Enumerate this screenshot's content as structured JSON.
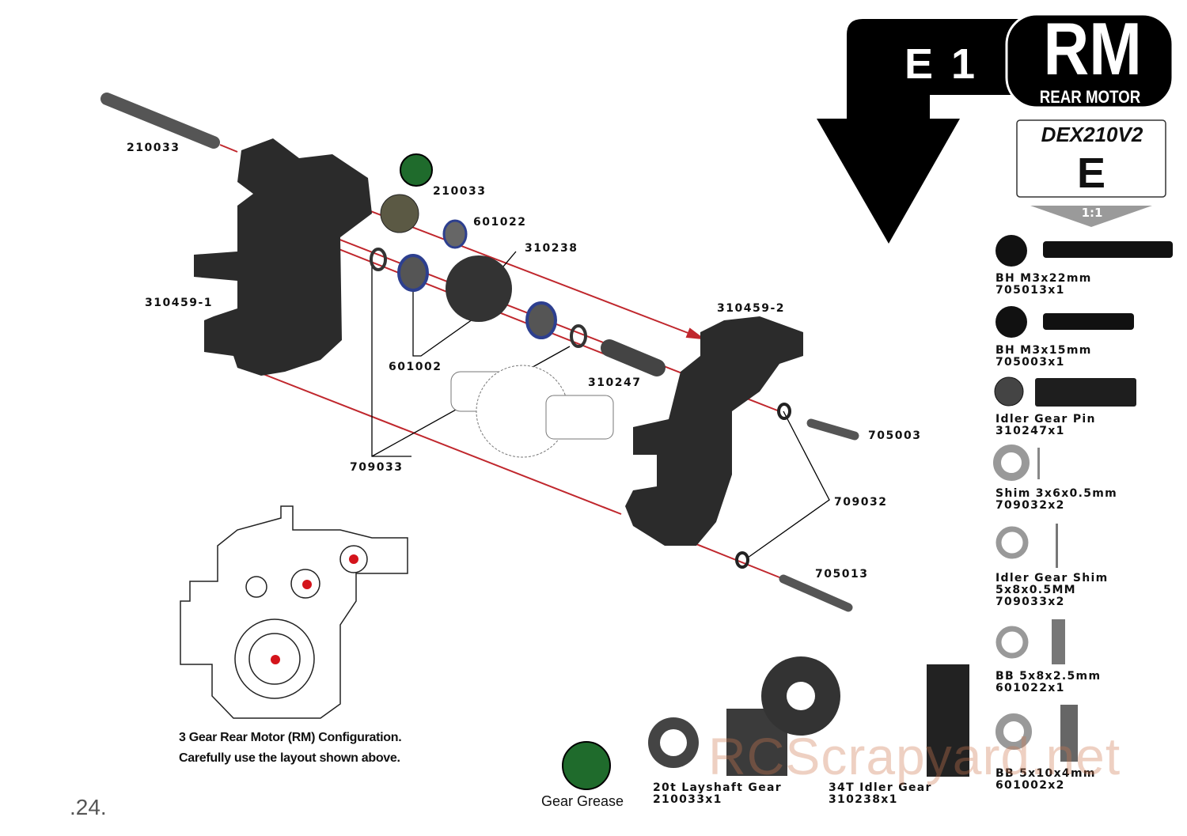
{
  "header": {
    "step": "E 1",
    "config_code": "RM",
    "config_name": "REAR MOTOR",
    "model_logo": "DEX210V2",
    "section": "E",
    "scale": "1:1"
  },
  "callouts": [
    {
      "id": "layshaft-pin",
      "label": "210033"
    },
    {
      "id": "layshaft-gear",
      "label": "210033"
    },
    {
      "id": "bearing-small",
      "label": "601022"
    },
    {
      "id": "idler-gear",
      "label": "310238"
    },
    {
      "id": "gearbox-left",
      "label": "310459-1"
    },
    {
      "id": "gearbox-right",
      "label": "310459-2"
    },
    {
      "id": "bearing-large",
      "label": "601002"
    },
    {
      "id": "idler-pin",
      "label": "310247"
    },
    {
      "id": "screw-short",
      "label": "705003"
    },
    {
      "id": "idler-shim",
      "label": "709033"
    },
    {
      "id": "shim",
      "label": "709032"
    },
    {
      "id": "screw-long",
      "label": "705013"
    }
  ],
  "parts": [
    {
      "name": "BH M3x22mm",
      "code": "705013x1"
    },
    {
      "name": "BH M3x15mm",
      "code": "705003x1"
    },
    {
      "name": "Idler Gear Pin",
      "code": "310247x1"
    },
    {
      "name": "Shim 3x6x0.5mm",
      "code": "709032x2"
    },
    {
      "name": "Idler Gear Shim",
      "spec": "5x8x0.5MM",
      "code": "709033x2"
    },
    {
      "name": "BB 5x8x2.5mm",
      "code": "601022x1"
    },
    {
      "name": "BB 5x10x4mm",
      "code": "601002x2"
    },
    {
      "name": "20t Layshaft Gear",
      "code": "210033x1"
    },
    {
      "name": "34T Idler Gear",
      "code": "310238x1"
    }
  ],
  "grease": {
    "label": "Gear Grease",
    "color": "#1f6b2c"
  },
  "caption": {
    "line1": "3 Gear  Rear Motor (RM) Configuration.",
    "line2": "Carefully use the layout shown above."
  },
  "page_number": ".24.",
  "watermark": "RCScrapyard.net",
  "colors": {
    "guide_line": "#c0272d",
    "part_dark": "#2b2b2b",
    "bearing_blue": "#2d3f8f",
    "logo_red": "#c0272d"
  }
}
